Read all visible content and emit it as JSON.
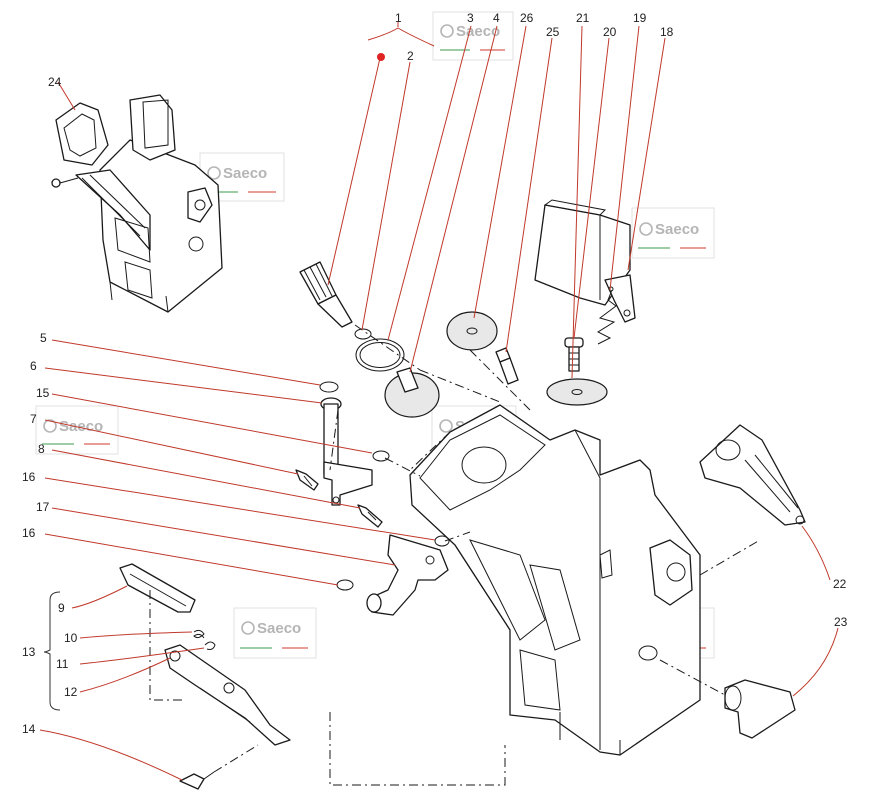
{
  "diagram": {
    "brand_watermark": "Saeco",
    "brand_colors": {
      "green": "#3a9b4b",
      "red": "#d23a2e",
      "leader_line": "#c0392b",
      "bullet": "#e02424"
    },
    "callouts": {
      "c1": "1",
      "c2": "2",
      "c3": "3",
      "c4": "4",
      "c5": "5",
      "c6": "6",
      "c7": "7",
      "c8": "8",
      "c9": "9",
      "c10": "10",
      "c11": "11",
      "c12": "12",
      "c13": "13",
      "c14": "14",
      "c15": "15",
      "c16a": "16",
      "c16b": "16",
      "c17": "17",
      "c18": "18",
      "c19": "19",
      "c20": "20",
      "c21": "21",
      "c22": "22",
      "c23": "23",
      "c24": "24",
      "c25": "25",
      "c26": "26"
    }
  }
}
